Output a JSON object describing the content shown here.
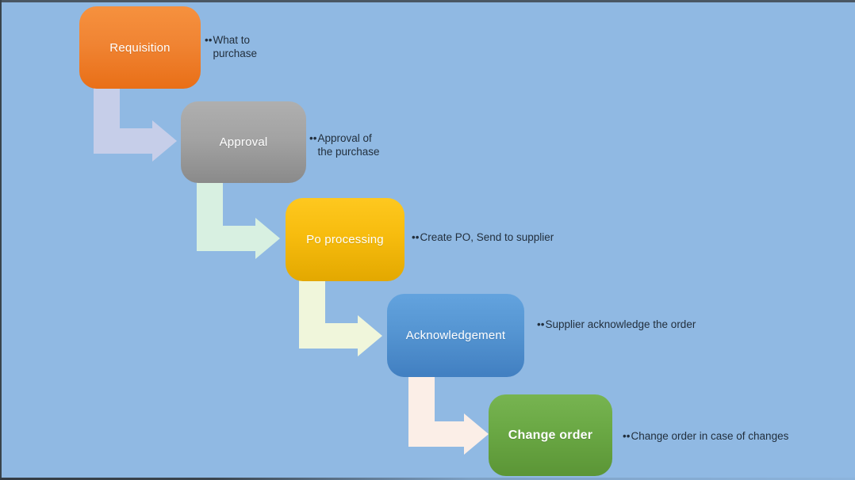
{
  "canvas": {
    "background_color": "#90B9E3",
    "border_color": "#39434B"
  },
  "steps": [
    {
      "label": "Requisition",
      "bullet": "••",
      "note": "What to purchase",
      "fill_top": "#F6913E",
      "fill_bottom": "#E96F17",
      "text_color": "#FFFFFF",
      "bold": false
    },
    {
      "label": "Approval",
      "bullet": "••",
      "note": "Approval of the purchase",
      "fill_top": "#AFAFAF",
      "fill_bottom": "#8A8A8A",
      "text_color": "#FFFFFF",
      "bold": false
    },
    {
      "label": "Po processing",
      "bullet": "••",
      "note": "Create PO, Send to supplier",
      "fill_top": "#FEC81F",
      "fill_bottom": "#E3A800",
      "text_color": "#FFFFFF",
      "bold": false
    },
    {
      "label": "Acknowledgement",
      "bullet": "••",
      "note": "Supplier acknowledge the order",
      "fill_top": "#63A3DE",
      "fill_bottom": "#417FC1",
      "text_color": "#FFFFFF",
      "bold": false
    },
    {
      "label": "Change order",
      "bullet": "••",
      "note": "Change order in case of changes",
      "fill_top": "#77B451",
      "fill_bottom": "#5B9536",
      "text_color": "#FFFFFF",
      "bold": true
    }
  ],
  "arrows": [
    {
      "name": "requisition-to-approval",
      "color": "#C6CEE9"
    },
    {
      "name": "approval-to-po-processing",
      "color": "#D8F0E1"
    },
    {
      "name": "po-processing-to-acknowledgement",
      "color": "#F0F6DB"
    },
    {
      "name": "acknowledgement-to-change-order",
      "color": "#FBEEE7"
    }
  ],
  "note_style": {
    "text_color": "#222F3D"
  }
}
